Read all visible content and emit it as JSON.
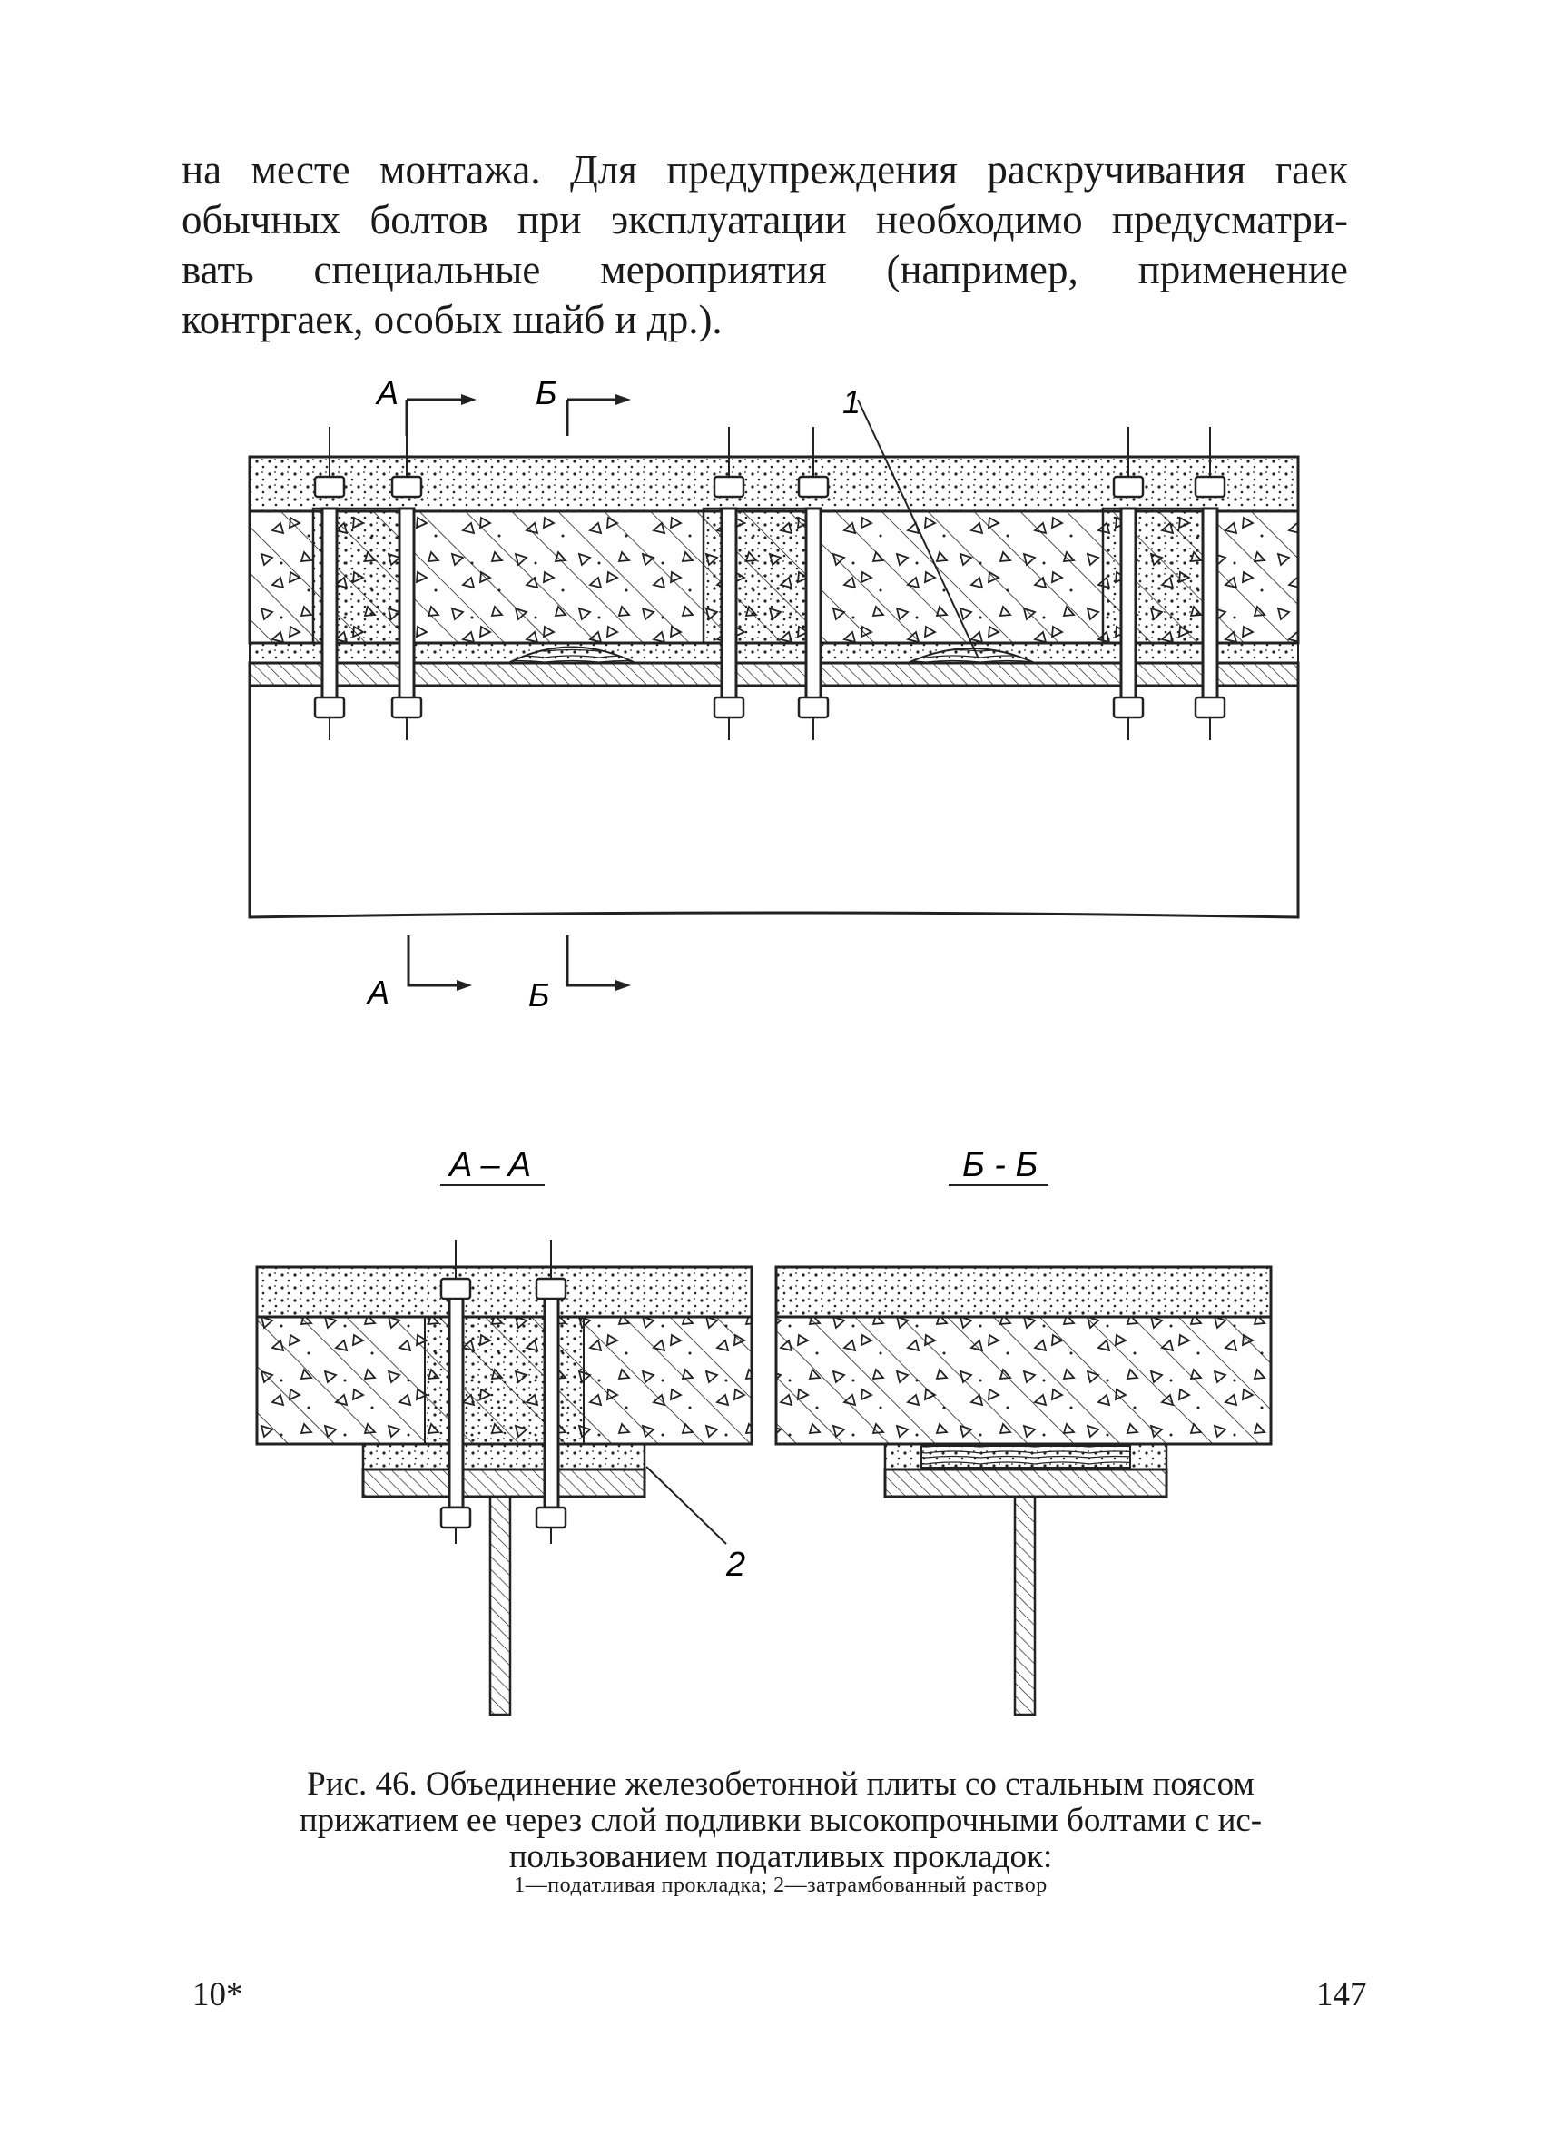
{
  "body_text": {
    "lines": [
      "на месте монтажа. Для предупреждения раскручивания гаек",
      "обычных болтов при эксплуатации необходимо предусматри-",
      "вать специальные мероприятия (например, применение",
      "контргаек, особых шайб и др.)."
    ]
  },
  "figure": {
    "section_marks": {
      "a_top": "A",
      "b_top": "Б",
      "a_bottom": "A",
      "b_bottom": "Б"
    },
    "callouts": {
      "one": "1",
      "two": "2"
    },
    "section_titles": {
      "aa": "A – A",
      "bb": "Б - Б"
    }
  },
  "caption": {
    "lines": [
      "Рис. 46. Объединение железобетонной плиты со стальным поясом",
      "прижатием ее через слой подливки высокопрочными болтами с ис-",
      "пользованием податливых прокладок:"
    ],
    "legend": "1—податливая прокладка; 2—затрамбованный раствор"
  },
  "footer": {
    "signature": "10*",
    "page_number": "147"
  }
}
